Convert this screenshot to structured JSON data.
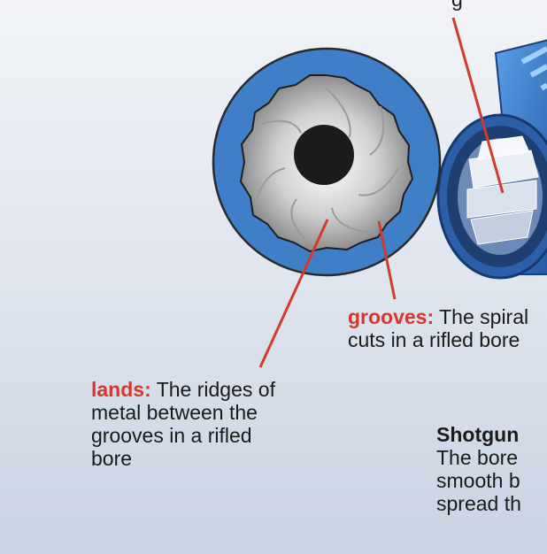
{
  "labels": {
    "top_fragment": "g",
    "grooves": {
      "term": "grooves:",
      "text": "The spiral cuts in a rifled bore"
    },
    "lands": {
      "term": "lands:",
      "text": "The ridges of metal between the grooves in a rifled bore"
    },
    "shotgun": {
      "heading": "Shotgun",
      "line1": "The bore",
      "line2": "smooth b",
      "line3": "spread th"
    }
  },
  "colors": {
    "barrel_blue": "#3f7fc8",
    "bore_dark": "#1c1c1c",
    "term_red": "#d6362b",
    "leader_red": "#d33a2c"
  },
  "icons": [
    "rifled-barrel-cross-section",
    "rifled-cylinder-3d"
  ]
}
